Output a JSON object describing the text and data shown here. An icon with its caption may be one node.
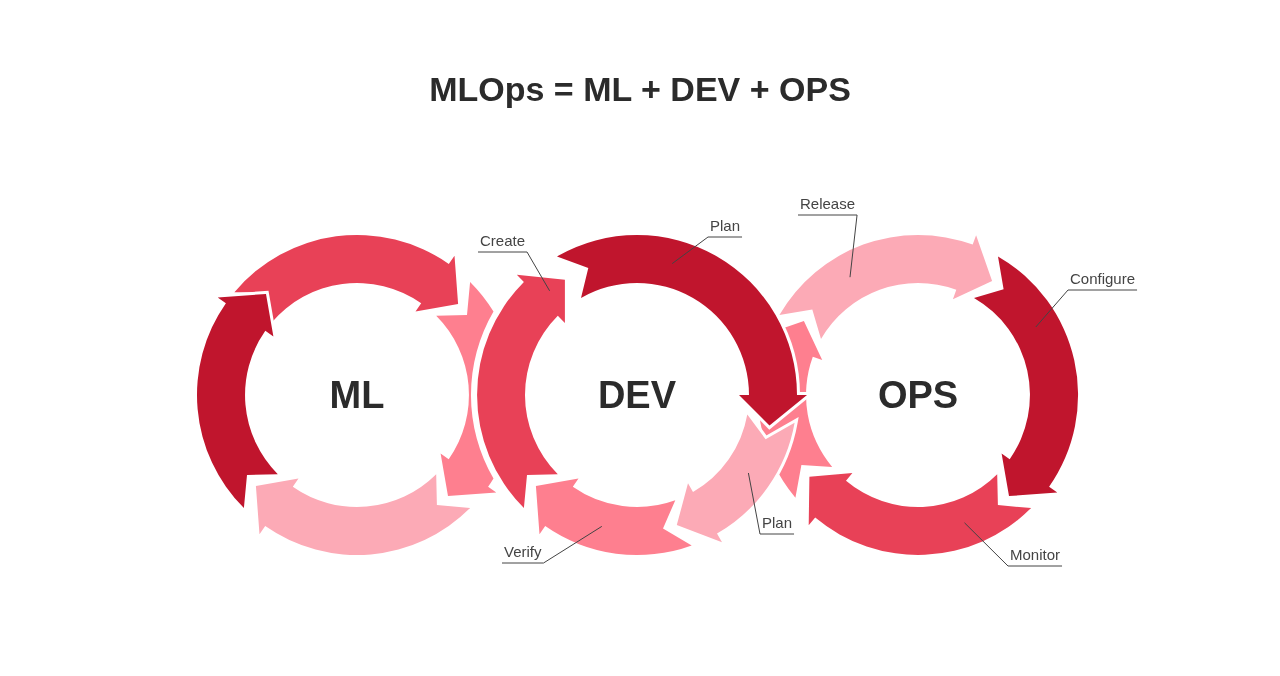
{
  "diagram": {
    "title": "MLOps = ML + DEV + OPS",
    "nodes": [
      {
        "text": [
          "ML"
        ]
      },
      {
        "text": [
          "DEV"
        ]
      },
      {
        "text": [
          "OPS"
        ]
      },
      {
        "text": [],
        "shape": "arrow"
      },
      {
        "text": [],
        "shape": "arrow"
      },
      {
        "text": [],
        "shape": "arrow"
      },
      {
        "text": [],
        "shape": "arrow"
      },
      {
        "text": [],
        "shape": "arrow"
      },
      {
        "text": [],
        "shape": "arrow"
      },
      {
        "text": [],
        "shape": "arrow"
      },
      {
        "text": [],
        "shape": "arrow"
      },
      {
        "text": [],
        "shape": "arrow"
      },
      {
        "text": [],
        "shape": "arrow"
      },
      {
        "text": [],
        "shape": "arrow"
      },
      {
        "text": [],
        "shape": "arrow"
      },
      {
        "text": [
          "Create"
        ]
      },
      {
        "text": [
          "Plan"
        ]
      },
      {
        "text": [
          "Release"
        ]
      },
      {
        "text": [
          "Configure"
        ]
      },
      {
        "text": [
          "Verify"
        ]
      },
      {
        "text": [
          "Plan"
        ]
      },
      {
        "text": [
          "Monitor"
        ]
      }
    ],
    "edges": [
      {
        "from": 15,
        "to": 7,
        "arrow": "none"
      },
      {
        "from": 16,
        "to": 8,
        "arrow": "none"
      },
      {
        "from": 17,
        "to": 11,
        "arrow": "none"
      },
      {
        "from": 18,
        "to": 12,
        "arrow": "none"
      },
      {
        "from": 19,
        "to": 10,
        "arrow": "none"
      },
      {
        "from": 20,
        "to": 9,
        "arrow": "none"
      },
      {
        "from": 21,
        "to": 13,
        "arrow": "none"
      }
    ]
  }
}
